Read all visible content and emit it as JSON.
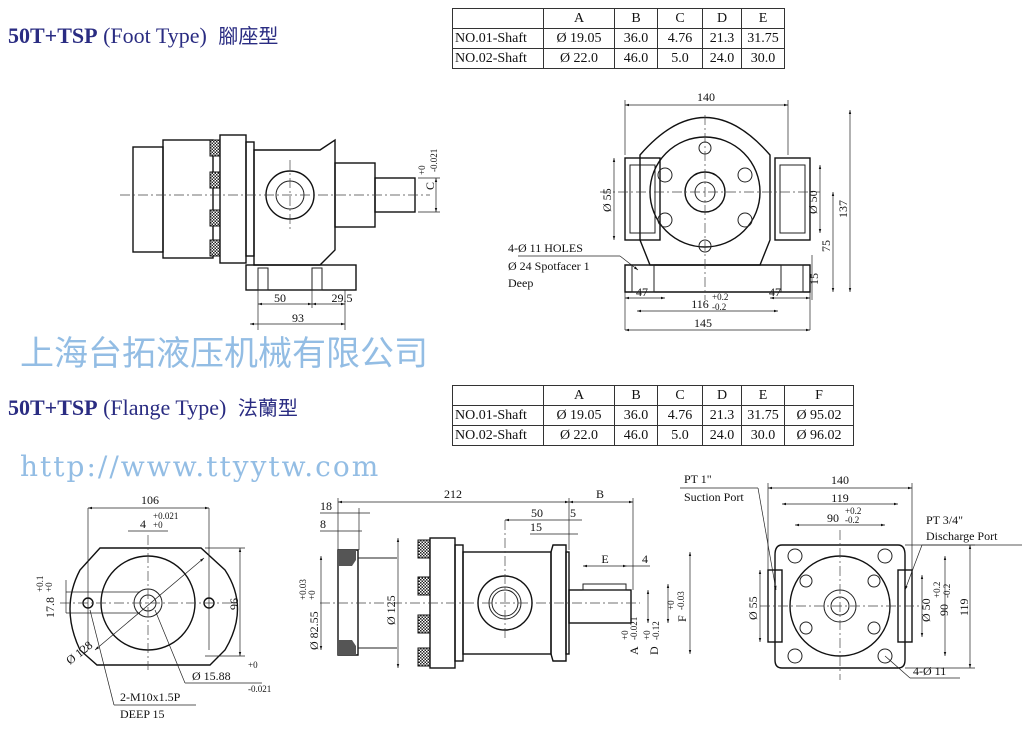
{
  "foot": {
    "title_model": "50T+TSP",
    "title_type": "(Foot Type)",
    "title_cn": "腳座型",
    "table": {
      "headers": [
        "",
        "A",
        "B",
        "C",
        "D",
        "E"
      ],
      "rows": [
        [
          "NO.01-Shaft",
          "Ø 19.05",
          "36.0",
          "4.76",
          "21.3",
          "31.75"
        ],
        [
          "NO.02-Shaft",
          "Ø 22.0",
          "46.0",
          "5.0",
          "24.0",
          "30.0"
        ]
      ]
    },
    "side_dims": {
      "d50": "50",
      "d29_5": "29.5",
      "d93": "93",
      "c": "C",
      "c_tol_up": "+0",
      "c_tol_dn": "-0.021"
    },
    "front_dims": {
      "d140": "140",
      "d55": "Ø 55",
      "d50": "Ø 50",
      "d137": "137",
      "d75": "75",
      "d15": "15",
      "d47_left": "47",
      "d47_right": "47",
      "d116": "116",
      "tol_up": "+0.2",
      "tol_dn": "-0.2",
      "d145": "145",
      "note1": "4-Ø 11 HOLES",
      "note2": "Ø 24 Spotfacer 1",
      "note3": "Deep"
    }
  },
  "flange": {
    "title_model": "50T+TSP",
    "title_type": "(Flange Type)",
    "title_cn": "法蘭型",
    "table": {
      "headers": [
        "",
        "A",
        "B",
        "C",
        "D",
        "E",
        "F"
      ],
      "rows": [
        [
          "NO.01-Shaft",
          "Ø 19.05",
          "36.0",
          "4.76",
          "21.3",
          "31.75",
          "Ø 95.02"
        ],
        [
          "NO.02-Shaft",
          "Ø 22.0",
          "46.0",
          "5.0",
          "24.0",
          "30.0",
          "Ø 96.02"
        ]
      ]
    },
    "front_dims": {
      "d106": "106",
      "d4": "4",
      "d4_up": "+0.021",
      "d4_dn": "+0",
      "d17_8": "17.8",
      "d17_up": "+0.1",
      "d17_dn": "+0",
      "d96": "96",
      "d128": "Ø 128",
      "d15_88": "Ø 15.88",
      "d15_up": "+0",
      "d15_dn": "-0.021",
      "note1": "2-M10x1.5P",
      "note2": "DEEP 15"
    },
    "side_dims": {
      "d212": "212",
      "b": "B",
      "d18": "18",
      "d8": "8",
      "d50": "50",
      "d5": "5",
      "d15": "15",
      "e": "E",
      "d4": "4",
      "d82": "Ø 82.55",
      "d82_up": "+0.03",
      "d82_dn": "+0",
      "d125": "Ø 125",
      "a": "A",
      "a_up": "+0",
      "a_dn": "-0.021",
      "d": "D",
      "d_up": "+0",
      "d_dn": "-0.12",
      "f": "F",
      "f_up": "+0",
      "f_dn": "-0.03"
    },
    "rear_dims": {
      "suction1": "PT 1\"",
      "suction2": "Suction Port",
      "discharge1": "PT 3/4\"",
      "discharge2": "Discharge Port",
      "d140": "140",
      "d119": "119",
      "d90": "90",
      "d90_up": "+0.2",
      "d90_dn": "-0.2",
      "d55": "Ø 55",
      "d50": "Ø 50",
      "d90v": "90",
      "d90v_up": "+0.2",
      "d90v_dn": "-0.2",
      "d119v": "119",
      "holes": "4-Ø 11"
    }
  },
  "watermark": {
    "company": "上海台拓液压机械有限公司",
    "url": "http://www.ttyytw.com"
  }
}
